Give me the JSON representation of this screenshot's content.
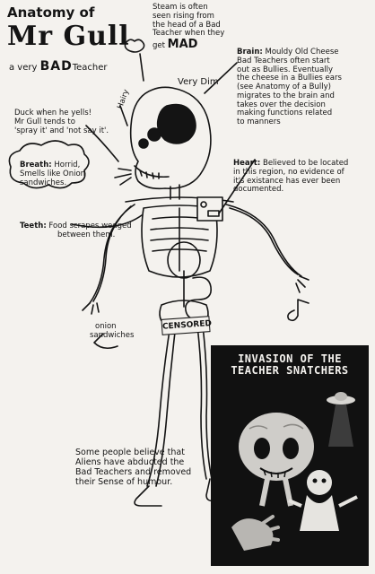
{
  "title": {
    "line1": "Anatomy of",
    "line2": "Mr Gull",
    "line3_prefix": "a very",
    "line3_bad": "BAD",
    "line3_suffix": "Teacher"
  },
  "annotations": {
    "steam": [
      "Steam is often",
      "seen rising from",
      "the head of a Bad",
      "Teacher when they",
      "get"
    ],
    "steam_mad": "MAD",
    "very_dim": "Very Dim",
    "hairy": "Hairy",
    "brain_label": "Brain:",
    "brain_text": [
      "Mouldy Old Cheese",
      "Bad Teachers often start",
      "out as Bullies. Eventually",
      "the cheese in a Bullies ears",
      "(see Anatomy of a Bully)",
      "migrates to the brain and",
      "takes over the decision",
      "making functions related",
      "to manners"
    ],
    "duck": [
      "Duck when he yells!",
      "Mr Gull tends to",
      "'spray it' and 'not say it'."
    ],
    "breath_label": "Breath:",
    "breath_text": [
      "Horrid,",
      "Smells like Onion",
      "sandwiches."
    ],
    "heart_label": "Heart:",
    "heart_text": [
      "Believed to be located",
      "in this region, no evidence of",
      "it's existance has ever been",
      "documented."
    ],
    "teeth_label": "Teeth:",
    "teeth_text": [
      "Food scrapes wedged",
      "between them."
    ],
    "onion": [
      "onion",
      "sandwiches"
    ],
    "censored": "CENSORED",
    "aliens": [
      "Some people believe that",
      "Aliens have abducted the",
      "Bad Teachers and removed",
      "their Sense of humour."
    ]
  },
  "poster": {
    "title_line1": "INVASION OF THE",
    "title_line2": "TEACHER SNATCHERS"
  },
  "colors": {
    "ink": "#141414",
    "paper": "#f4f2ee",
    "poster_bg": "#111111"
  }
}
